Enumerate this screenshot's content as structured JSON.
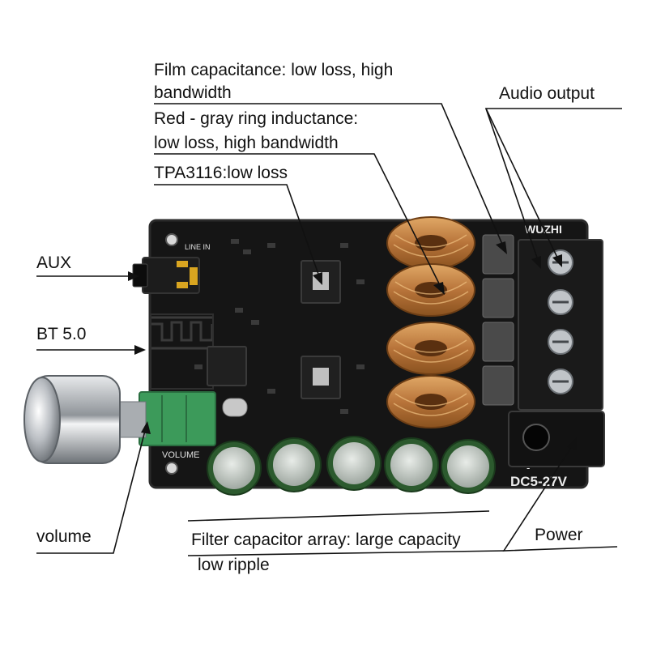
{
  "labels": {
    "film_capacitance": [
      "Film capacitance: low loss, high",
      "bandwidth"
    ],
    "ring_inductance": [
      "Red - gray ring inductance:",
      "low loss, high bandwidth"
    ],
    "tpa3116": "TPA3116:low loss",
    "audio_output": "Audio output",
    "aux": "AUX",
    "bt": "BT 5.0",
    "volume": "volume",
    "filter_capacitor": [
      "Filter capacitor array: large capacity",
      "low ripple"
    ],
    "power": "Power"
  },
  "board": {
    "brand": "WUZHI",
    "line_in": "LINE IN",
    "volume_silk": "VOLUME",
    "voltage": "DC5-27V",
    "plus": "+",
    "minus": "-"
  },
  "colors": {
    "pcb": "#151515",
    "copper": "#c98a4a",
    "potentiometer": "#3c9a5a",
    "capacitor": "#2c5a2e"
  }
}
